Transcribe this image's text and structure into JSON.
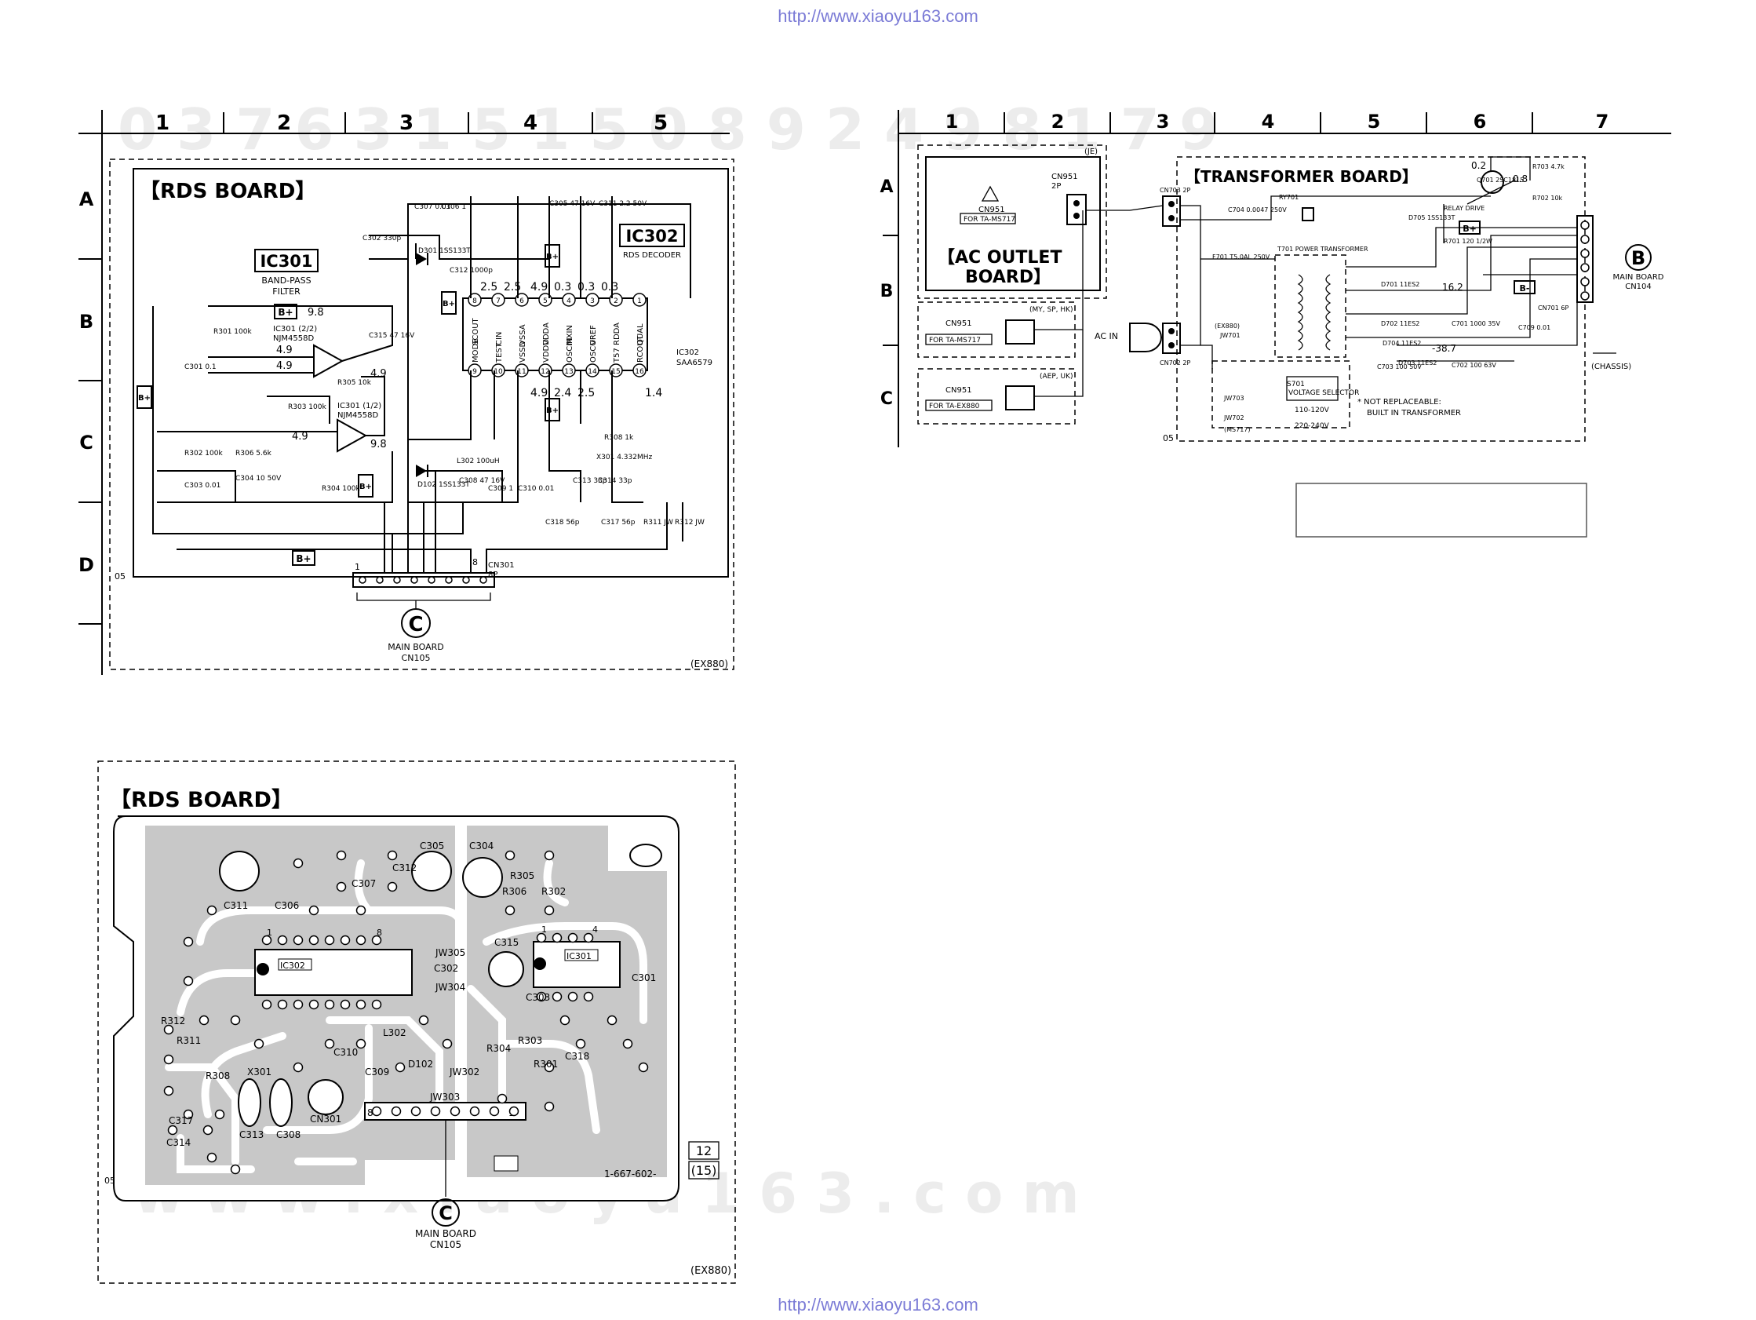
{
  "urls": {
    "top": "http://www.xiaoyu163.com",
    "bottom": "http://www.xiaoyu163.com"
  },
  "watermark": {
    "digits": "0 3 7 6 3 1 5 1 5 0  8 9 2 4 9 8 1 7 9",
    "site": "w w w . x i a o y u 1 6 3 . c o m"
  },
  "rds_schematic": {
    "columns": [
      "1",
      "2",
      "3",
      "4",
      "5"
    ],
    "rows": [
      "A",
      "B",
      "C",
      "D"
    ],
    "board_title": "【RDS BOARD】",
    "ic301": {
      "name": "IC301",
      "desc1": "BAND-PASS",
      "desc2": "FILTER",
      "part_a": "IC301 (2/2)",
      "part_b": "IC301 (1/2)",
      "chip": "NJM4558D"
    },
    "ic302": {
      "name": "IC302",
      "desc": "RDS DECODER",
      "chip_ref": "IC302",
      "chip": "SAA6579"
    },
    "pins_top": [
      "SCOUT",
      "CIN",
      "VSSA",
      "VDDA",
      "MXIN",
      "VREF",
      "RDDA",
      "QUAL"
    ],
    "pins_bottom": [
      "MODE",
      "TEST",
      "VSSD",
      "VDDD",
      "OSCIN",
      "OSCO",
      "T57",
      "RCOUT"
    ],
    "pin_nums_top": [
      "8",
      "7",
      "6",
      "5",
      "4",
      "3",
      "2",
      "1"
    ],
    "pin_nums_bottom": [
      "9",
      "10",
      "11",
      "12",
      "13",
      "14",
      "15",
      "16"
    ],
    "volts_top": [
      "2.5",
      "2.5",
      "4.9",
      "0.3",
      "0.3",
      "0.3"
    ],
    "volts_bottom": [
      "4.9",
      "2.4",
      "2.5",
      "1.4"
    ],
    "volts_misc": [
      "9.8",
      "4.9",
      "4.9",
      "4.9",
      "4.9",
      "9.8"
    ],
    "parts": [
      "C302 330p",
      "D301 1SS133T",
      "C312 1000p",
      "C307 0.01",
      "C306 1",
      "C305 47 16V",
      "C311 2.2 50V",
      "R301 100k",
      "C301 0.1",
      "R305 10k",
      "C315 47 16V",
      "R303 100k",
      "R302 100k",
      "R306 5.6k",
      "C303 0.01",
      "C304 10 50V",
      "R304 100k",
      "L302 100uH",
      "D102 1SS133T",
      "C308 47 16V",
      "C309 1",
      "C310 0.01",
      "R308 1k",
      "X301 4.332MHz",
      "C313 33p",
      "C314 33p",
      "C318 56p",
      "C317 56p",
      "R311 JW",
      "R312 JW"
    ],
    "bplus": "B+",
    "connector": {
      "ref": "CN301",
      "pins": "8P",
      "pin1": "1",
      "pin8": "8"
    },
    "circle_label": "C",
    "main_board": "MAIN BOARD",
    "main_cn": "CN105",
    "code": "05",
    "model": "(EX880)"
  },
  "transformer_schematic": {
    "columns": [
      "1",
      "2",
      "3",
      "4",
      "5",
      "6",
      "7"
    ],
    "rows": [
      "A",
      "B",
      "C"
    ],
    "ac_outlet": {
      "line1": "【AC OUTLET",
      "line2": "BOARD】",
      "region": "(JE)",
      "cn": "CN951",
      "cn_pins": "2P",
      "cn_title": "CN951",
      "cn_for": "FOR TA-MS717"
    },
    "outlet_b": {
      "region": "(MY, SP, HK)",
      "cn": "CN951",
      "cn_for": "FOR TA-MS717"
    },
    "outlet_c": {
      "region": "(AEP, UK)",
      "cn": "CN951",
      "cn_for": "FOR TA-EX880"
    },
    "ac_in": "AC IN",
    "board_title": "【TRANSFORMER BOARD】",
    "parts": [
      "CN703 2P",
      "C704 0.0047 250V",
      "RY701",
      "D705 1SS133T",
      "Q701 2SC1815",
      "RELAY DRIVE",
      "R703 4.7k",
      "R702 10k",
      "R701 120 1/2W",
      "F701 T5.0AL 250V",
      "T701 POWER TRANSFORMER",
      "CN702 2P",
      "JW701",
      "(EX880)",
      "D701 11ES2",
      "D702 11ES2",
      "D704 11ES2",
      "D703 11ES2",
      "C701 1000 35V",
      "C703 100 50V",
      "C702 100 63V",
      "C709 0.01",
      "CN701 6P",
      "S701",
      "VOLTAGE SELECTOR",
      "110-120V",
      "220-240V",
      "JW703",
      "JW702",
      "(MS717)"
    ],
    "volts": [
      "0.2",
      "0.8",
      "16.2",
      "-38.7"
    ],
    "bplus": "B+",
    "bminus": "B-",
    "note1": "* NOT REPLACEABLE:",
    "note2": "BUILT IN TRANSFORMER",
    "circle_label": "B",
    "main_board": "MAIN BOARD",
    "main_cn": "CN104",
    "chassis": "(CHASSIS)",
    "code": "05"
  },
  "rds_pcb": {
    "title": "【RDS BOARD】",
    "labels": [
      "C311",
      "C306",
      "C307",
      "C312",
      "C305",
      "C304",
      "R306",
      "R305",
      "R302",
      "IC302",
      "IC301",
      "C315",
      "C302",
      "JW305",
      "JW304",
      "C303",
      "C301",
      "R312",
      "R311",
      "R308",
      "X301",
      "L302",
      "C310",
      "C309",
      "D102",
      "JW302",
      "R304",
      "R303",
      "R301",
      "C318",
      "C317",
      "C314",
      "C313",
      "C308",
      "CN301",
      "JW303"
    ],
    "cn_pins": [
      "8",
      "1"
    ],
    "ic_pins": [
      "1",
      "8",
      "1",
      "4"
    ],
    "board_no": "1-667-602-",
    "page_a": "12",
    "page_b": "(15)",
    "circle_label": "C",
    "main_board": "MAIN BOARD",
    "main_cn": "CN105",
    "code": "05",
    "model": "(EX880)"
  }
}
